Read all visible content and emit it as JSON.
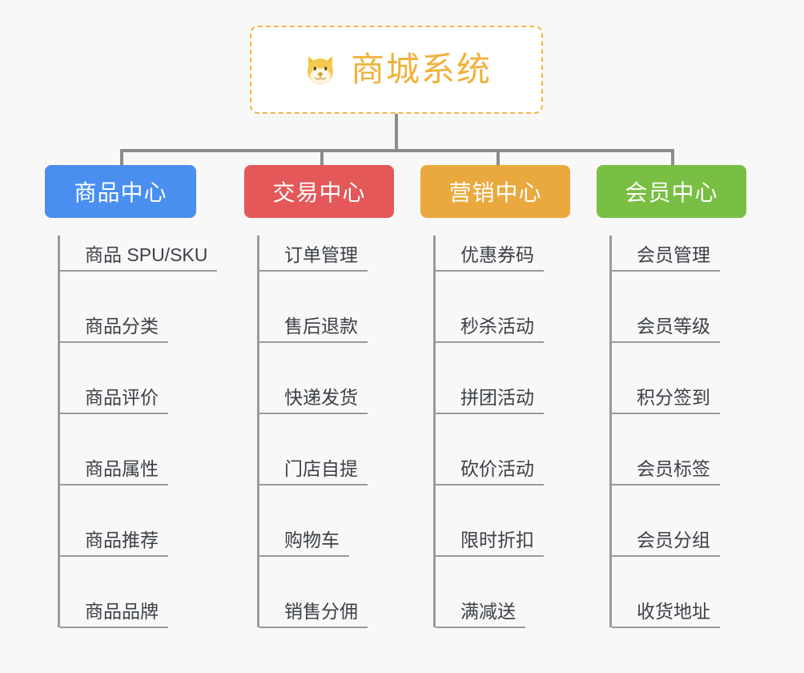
{
  "page": {
    "background_color": "#f8f8f8",
    "line_color": "#8c8c8c",
    "text_color": "#3c4147"
  },
  "root": {
    "title": "商城系统",
    "icon": "shiba-dog-face-icon",
    "text_color": "#f0b23c",
    "border_color": "#f2b544",
    "background_color": "#ffffff"
  },
  "branches": [
    {
      "label": "商品中心",
      "color": "#4a8ef0",
      "items": [
        "商品 SPU/SKU",
        "商品分类",
        "商品评价",
        "商品属性",
        "商品推荐",
        "商品品牌"
      ]
    },
    {
      "label": "交易中心",
      "color": "#e4585a",
      "items": [
        "订单管理",
        "售后退款",
        "快递发货",
        "门店自提",
        "购物车",
        "销售分佣"
      ]
    },
    {
      "label": "营销中心",
      "color": "#eaa93e",
      "items": [
        "优惠券码",
        "秒杀活动",
        "拼团活动",
        "砍价活动",
        "限时折扣",
        "满减送"
      ]
    },
    {
      "label": "会员中心",
      "color": "#78bf43",
      "items": [
        "会员管理",
        "会员等级",
        "积分签到",
        "会员标签",
        "会员分组",
        "收货地址"
      ]
    }
  ]
}
